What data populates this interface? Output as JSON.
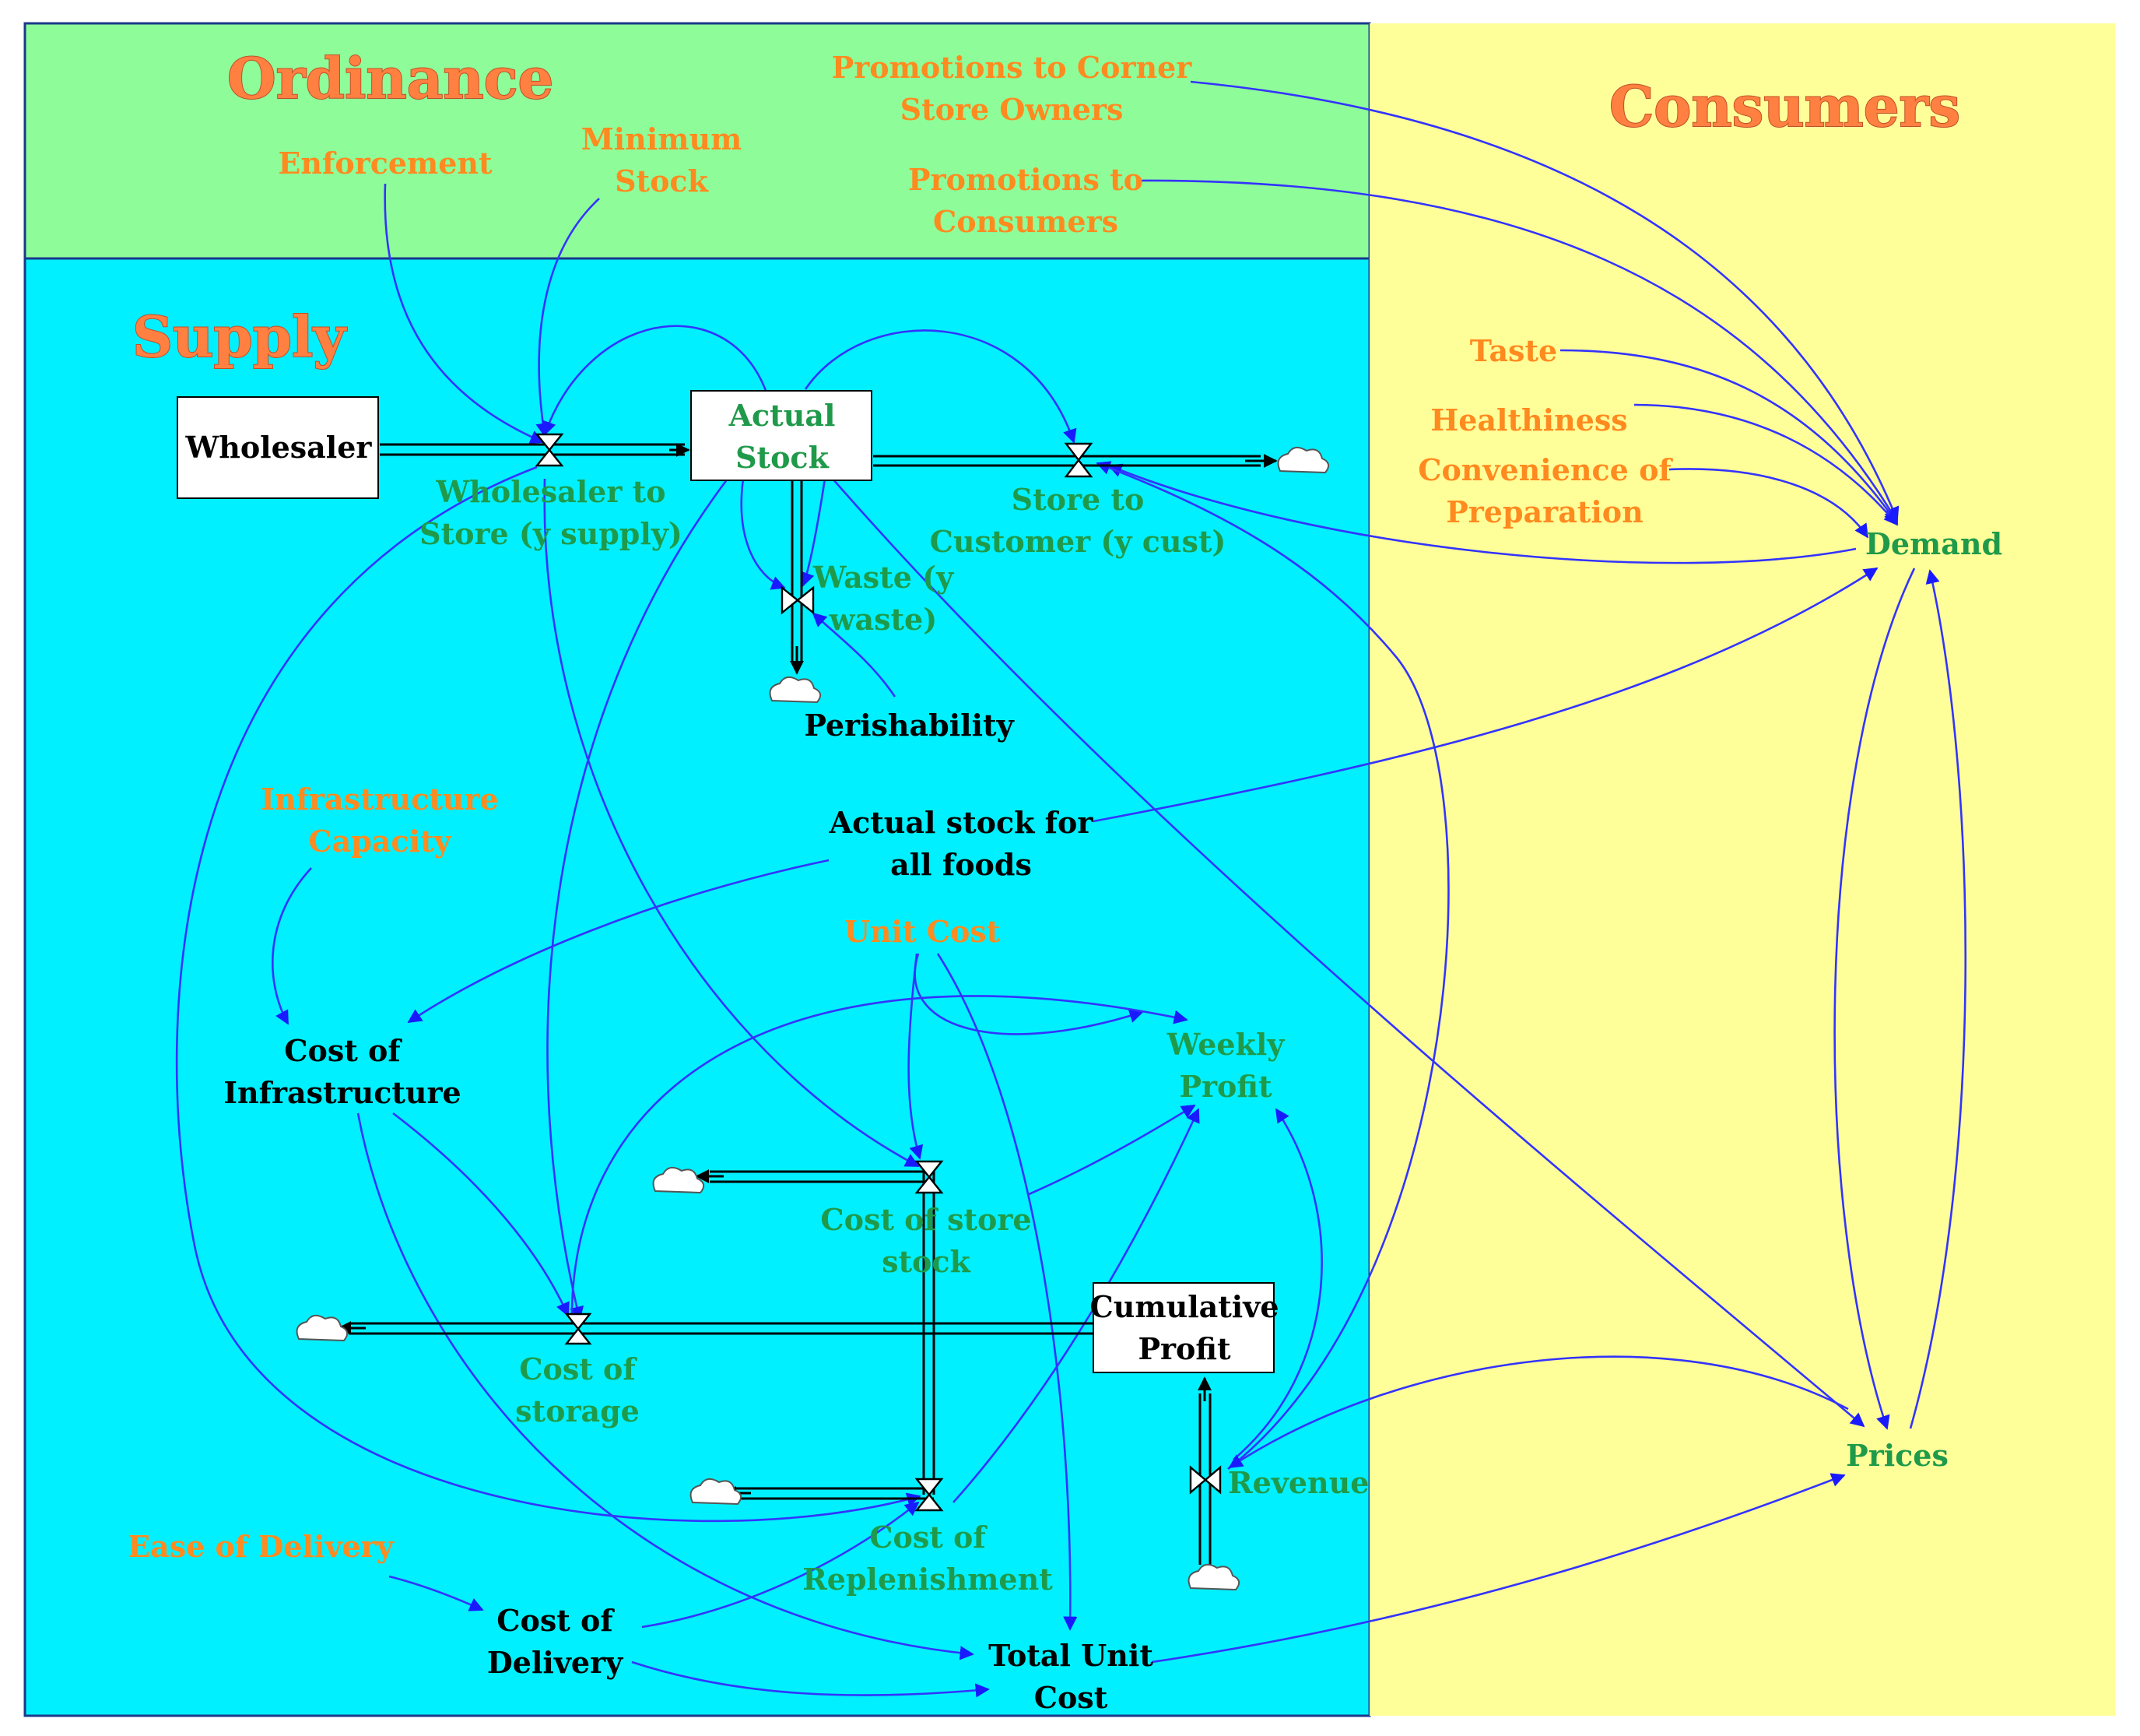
{
  "regions": {
    "ordinance": "Ordinance",
    "supply": "Supply",
    "consumers": "Consumers"
  },
  "colors": {
    "ordinance_bg": "#8efd99",
    "supply_bg": "#00f0ff",
    "consumers_bg": "#ffff99",
    "link": "#3333ff",
    "orange_text": "#ff8a1f",
    "green_text": "#1f9a4a"
  },
  "labels": {
    "promo_owners": [
      "Promotions to Corner",
      "Store Owners"
    ],
    "promo_consumers": [
      "Promotions to",
      "Consumers"
    ],
    "enforcement": [
      "Enforcement"
    ],
    "minimum_stock": [
      "Minimum",
      "Stock"
    ],
    "taste": [
      "Taste"
    ],
    "healthiness": [
      "Healthiness"
    ],
    "convenience": [
      "Convenience of",
      "Preparation"
    ],
    "demand": [
      "Demand"
    ],
    "prices": [
      "Prices"
    ],
    "wholesaler": [
      "Wholesaler"
    ],
    "actual_stock": [
      "Actual",
      "Stock"
    ],
    "wholesaler_to_store": [
      "Wholesaler to",
      "Store (y supply)"
    ],
    "store_to_customer": [
      "Store to",
      "Customer (y cust)"
    ],
    "waste": [
      "Waste (y",
      "waste)"
    ],
    "perishability": [
      "Perishability"
    ],
    "infrastructure_capacity": [
      "Infrastructure",
      "Capacity"
    ],
    "actual_stock_all": [
      "Actual stock for",
      "all foods"
    ],
    "unit_cost": [
      "Unit Cost"
    ],
    "cost_infrastructure": [
      "Cost of",
      "Infrastructure"
    ],
    "weekly_profit": [
      "Weekly",
      "Profit"
    ],
    "cost_store_stock": [
      "Cost of store",
      "stock"
    ],
    "cumulative_profit": [
      "Cumulative",
      "Profit"
    ],
    "cost_storage": [
      "Cost of",
      "storage"
    ],
    "revenue": [
      "Revenue"
    ],
    "cost_replenishment": [
      "Cost of",
      "Replenishment"
    ],
    "ease_delivery": [
      "Ease of Delivery"
    ],
    "cost_delivery": [
      "Cost of",
      "Delivery"
    ],
    "total_unit_cost": [
      "Total Unit",
      "Cost"
    ]
  }
}
